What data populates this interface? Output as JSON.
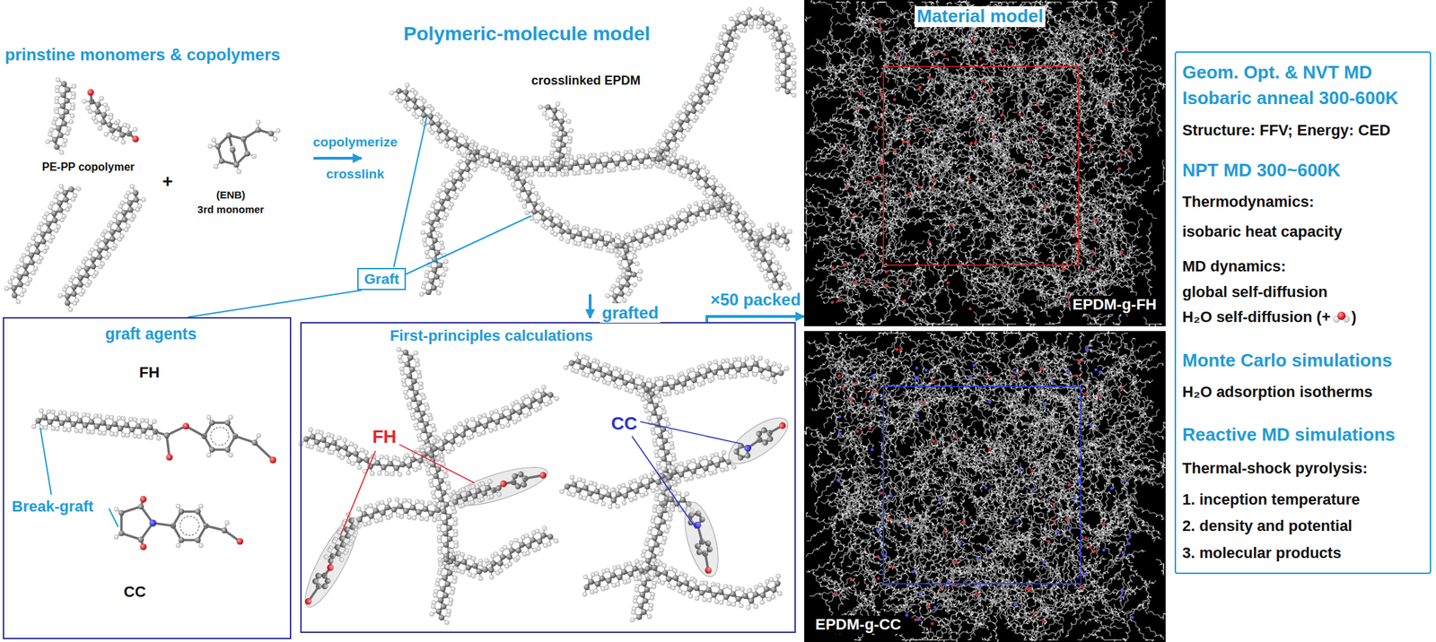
{
  "diagram": {
    "nodes": [
      {
        "text": [
          "Graft"
        ]
      },
      {
        "text": [
          "graft agents",
          "FH",
          "Break-graft",
          "CC"
        ]
      },
      {
        "text": [
          "First-principles calculations",
          "FH",
          "CC"
        ]
      },
      {
        "text": [
          "Material model",
          "EPDM-g-FH"
        ]
      },
      {
        "text": [
          "EPDM-g-CC"
        ]
      },
      {
        "text": [
          "Geom. Opt. & NVT MD",
          "Isobaric anneal 300-600K",
          "Structure: FFV; Energy: CED",
          "NPT MD 300~600K",
          "Thermodynamics:",
          "isobaric heat capacity",
          "MD dynamics:",
          "global self-diffusion",
          "H₂O self-diffusion (+",
          ")",
          "Monte Carlo simulations",
          "H₂O adsorption isotherms",
          "Reactive MD simulations",
          "Thermal-shock pyrolysis:",
          "1. inception temperature",
          "2. density and potential",
          "3. molecular products"
        ]
      }
    ],
    "edges": [
      {
        "from": 1,
        "to": 0,
        "arrow": "none"
      },
      {
        "from": 2,
        "to": 3,
        "label": "×50 packed",
        "arrow": "to"
      }
    ],
    "labels": [
      "prinstine monomers & copolymers",
      "PE-PP copolymer",
      "+",
      "(ENB)",
      "3rd monomer",
      "copolymerize",
      "crosslink",
      "Polymeric-molecule model",
      "crosslinked EPDM",
      "grafted"
    ]
  }
}
